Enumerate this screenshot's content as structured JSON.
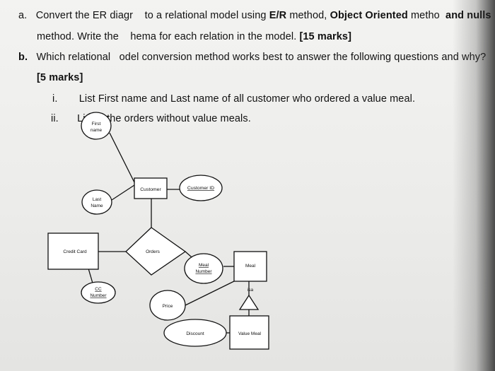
{
  "question": {
    "a": {
      "label": "a.",
      "line1_part1": "Convert the ER diagr",
      "line1_part2": "to a relational model using ",
      "line1_bold1": "E/R",
      "line1_part3": " method, ",
      "line1_bold2": "Object Oriented",
      "line1_part4": " metho",
      "line1_part5": "and nulls",
      "line2_part1": "method. Write the",
      "line2_part2": "hema for each relation in the model. ",
      "line2_bold": "[15 marks]"
    },
    "b": {
      "label": "b.",
      "line1_part1": "Which relational ",
      "line1_part2": "odel conversion method works best to answer the following questions and why?",
      "line2_bold": "[5 marks]",
      "items": [
        {
          "num": "i.",
          "text": "List First name and Last name of all customer who ordered a value meal."
        },
        {
          "num": "ii.",
          "text_part1": "Lis",
          "text_part2": "ll the orders without value meals."
        }
      ]
    }
  },
  "diagram": {
    "first_name_1": "First",
    "first_name_2": "name",
    "last_name_1": "Last",
    "last_name_2": "Name",
    "customer": "Customer",
    "customer_id": "Customer ID",
    "credit_card": "Credit Card",
    "orders": "Orders",
    "meal_number_1": "Meal",
    "meal_number_2": "Number",
    "meal": "Meal",
    "isa": "isa",
    "cc_number_1": "CC",
    "cc_number_2": "Number",
    "price": "Price",
    "discount": "Discount",
    "value_meal": "Value Meal"
  }
}
